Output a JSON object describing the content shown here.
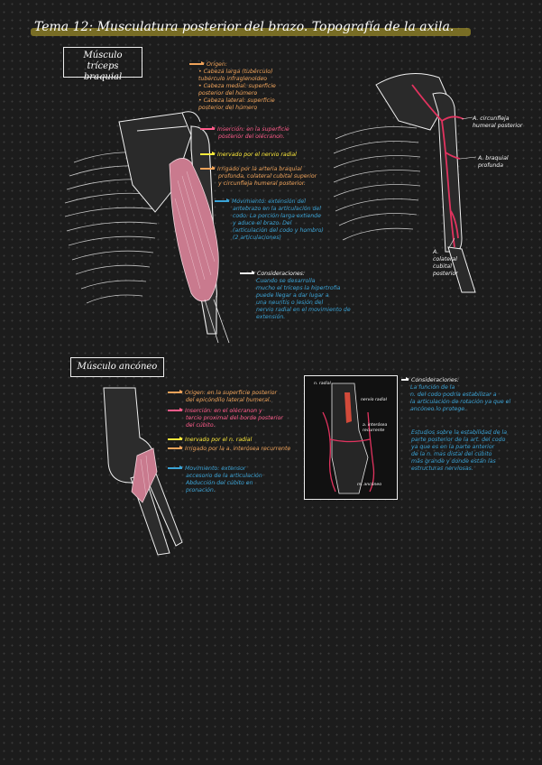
{
  "title": "Tema 12: Musculatura posterior del brazo. Topografía de la axila.",
  "section1": {
    "box_label_line1": "Músculo tríceps",
    "box_label_line2": "braquial",
    "origin_heading": "Origen:",
    "origin_items": [
      "• Cabeza larga (tubérculo)",
      "  tubérculo infraglenoideo",
      "• Cabeza medial: superficie",
      "  posterior del húmero",
      "• Cabeza lateral: superficie",
      "  posterior del húmero"
    ],
    "insertion": [
      "Inserción: en la superficie",
      "posterior del olécranon."
    ],
    "innervation": "Inervado por el nervio radial",
    "irrigation": [
      "Irrigado por la arteria braquial",
      "profunda, colateral cubital superior",
      "y circunfleja humeral posterior."
    ],
    "movement": [
      "Movimiento: extensión del",
      "antebrazo en la articulación del",
      "codo. La porción larga extiende",
      "y aduce el brazo. Del",
      "(articulación del codo y hombro)",
      "(2 articulaciones)"
    ],
    "considerations_heading": "Consideraciones:",
    "considerations": [
      "Cuando se desarrolla",
      "mucho el tríceps la hipertrofia",
      "puede llegar a dar lugar a",
      "una neuritis o lesión del",
      "nervio radial en el movimiento de",
      "extensión."
    ],
    "right_labels": {
      "circumflex": [
        "A. circunfleja",
        "humeral posterior"
      ],
      "deep_brachial": [
        "A. braquial",
        "profunda"
      ],
      "ulnar_collateral": [
        "A.",
        "colateral",
        "cubital",
        "posterior"
      ]
    }
  },
  "section2": {
    "box_label": "Músculo ancóneo",
    "origin": [
      "Origen: en la superficie posterior",
      "del epicóndilo lateral humeral."
    ],
    "insertion": [
      "Inserción: en el olécranon y",
      "tercio proximal del borde posterior",
      "del cúbito."
    ],
    "innervation": "Inervado por el n. radial",
    "irrigation": "Irrigado por la a. interósea recurrente",
    "movement": [
      "Movimiento: extensor",
      "accesorio de la articulación",
      "Abducción del cúbito en",
      "pronación."
    ],
    "inset_labels": [
      "n. radial",
      "nervio radial",
      "a. interósea recurrente",
      "m. ancóneo"
    ],
    "considerations_heading": "Consideraciones:",
    "considerations_a": [
      "La función de la",
      "n. del codo podría estabilizar a",
      "la articulación de rotación ya que el",
      "ancóneo lo protege."
    ],
    "considerations_b": [
      "Estudios sobre la estabilidad de la",
      "parte posterior de la art. del codo",
      "ya que es en la parte anterior",
      "de la n. mas distal del cúbito",
      "más grande y donde están las",
      "estructuras nerviosas."
    ]
  },
  "colors": {
    "orange": "#f0a35a",
    "pink": "#ff5b8a",
    "yellow": "#ffeb3b",
    "blue": "#3aa3d6",
    "muscle": "#c97a8e"
  }
}
